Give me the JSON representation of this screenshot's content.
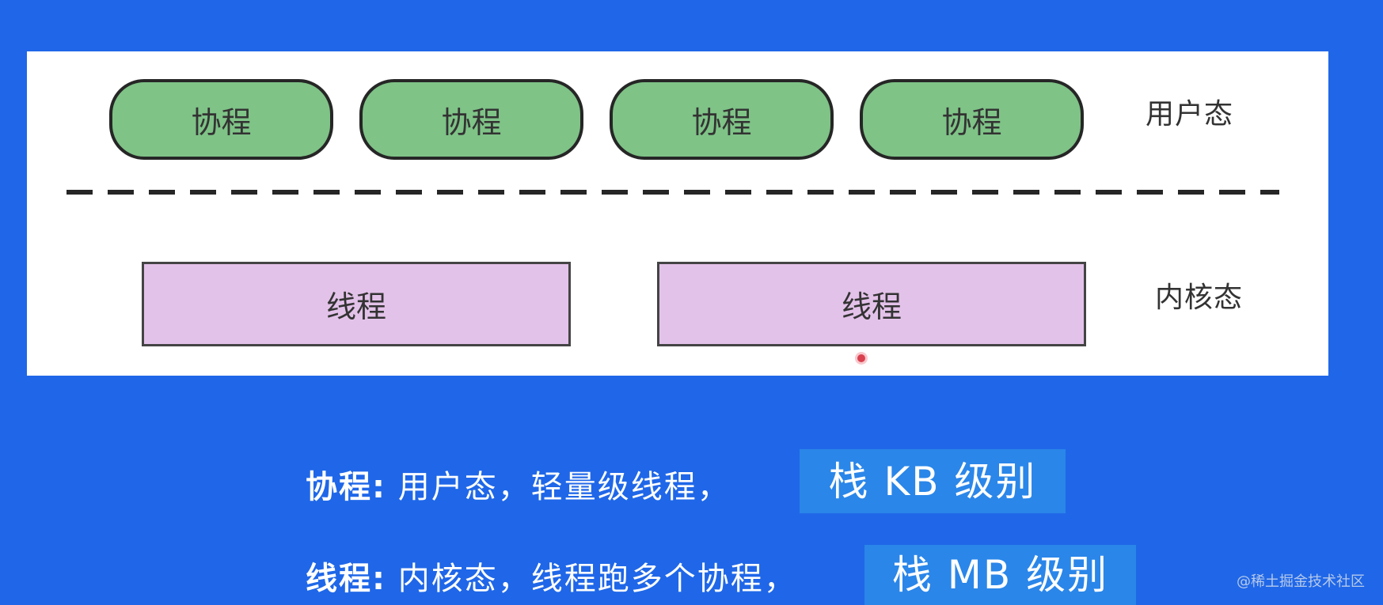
{
  "diagram": {
    "coroutines": [
      "协程",
      "协程",
      "协程",
      "协程"
    ],
    "threads": [
      "线程",
      "线程"
    ],
    "user_mode_label": "用户态",
    "kernel_mode_label": "内核态"
  },
  "notes": [
    {
      "head": "协程",
      "separator": ":",
      "body": "用户态，轻量级线程，",
      "highlight": "栈 KB 级别"
    },
    {
      "head": "线程",
      "separator": ":",
      "body": "内核态，线程跑多个协程，",
      "highlight": "栈 MB 级别"
    }
  ],
  "watermark": "@稀土掘金技术社区",
  "colors": {
    "background": "#1f67e8",
    "coroutine_fill": "#7fc387",
    "thread_fill": "#e3c2e9",
    "highlight_fill": "#2a86e9"
  }
}
